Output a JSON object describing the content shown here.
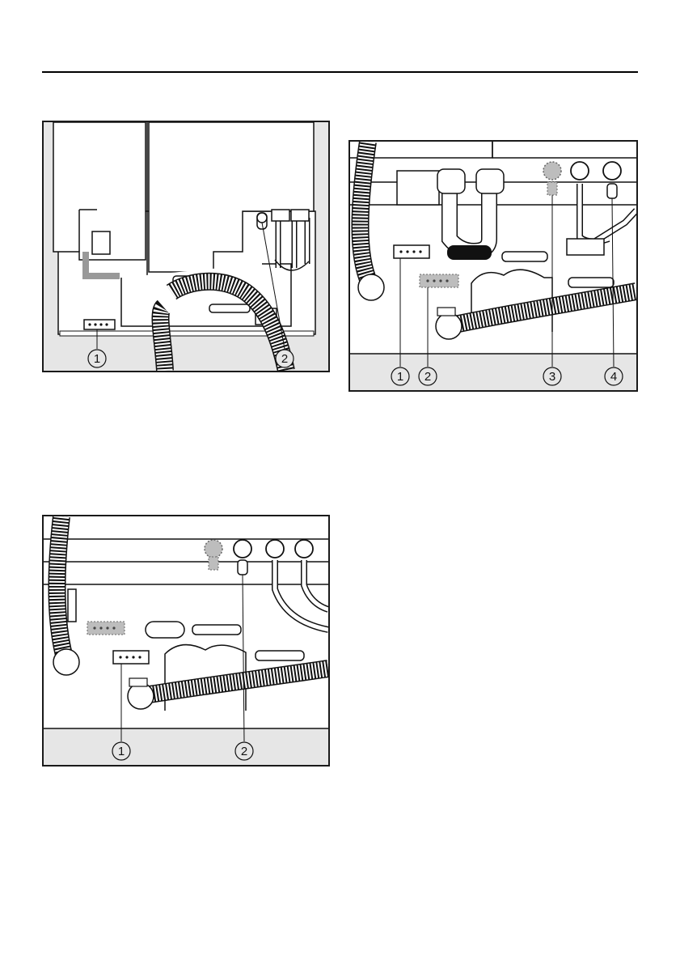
{
  "figures": {
    "fig1": {
      "callouts": [
        "1",
        "2"
      ]
    },
    "fig2": {
      "callouts": [
        "1",
        "2",
        "3",
        "4"
      ]
    },
    "fig3": {
      "callouts": [
        "1",
        "2"
      ]
    }
  },
  "colors": {
    "panel": "#e6e6e6",
    "body": "#ffffff",
    "line": "#111111",
    "shadow": "#bdbdbd"
  }
}
